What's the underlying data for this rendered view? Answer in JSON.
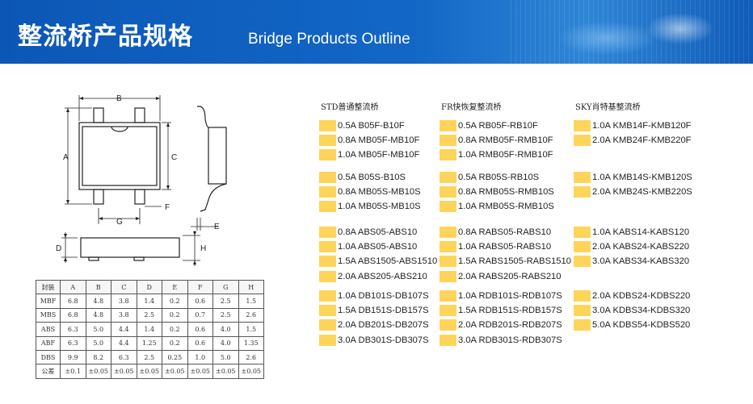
{
  "header": {
    "title_cn": "整流桥产品规格",
    "title_en": "Bridge Products Outline"
  },
  "drawing": {
    "labels": {
      "a": "A",
      "b": "B",
      "c": "C",
      "d": "D",
      "e": "E",
      "f": "F",
      "g": "G",
      "h": "H"
    }
  },
  "dim_table": {
    "headers": [
      "封装",
      "A",
      "B",
      "C",
      "D",
      "E",
      "F",
      "G",
      "H"
    ],
    "rows": [
      [
        "MBF",
        "6.8",
        "4.8",
        "3.8",
        "1.4",
        "0.2",
        "0.6",
        "2.5",
        "1.5"
      ],
      [
        "MBS",
        "6.8",
        "4.8",
        "3.8",
        "2.5",
        "0.2",
        "0.7",
        "2.5",
        "2.6"
      ],
      [
        "ABS",
        "6.3",
        "5.0",
        "4.4",
        "1.4",
        "0.2",
        "0.6",
        "4.0",
        "1.5"
      ],
      [
        "ABF",
        "6.3",
        "5.0",
        "4.4",
        "1.25",
        "0.2",
        "0.6",
        "4.0",
        "1.35"
      ],
      [
        "DBS",
        "9.9",
        "8.2",
        "6.3",
        "2.5",
        "0.25",
        "1.0",
        "5.0",
        "2.6"
      ],
      [
        "公差",
        "±0.1",
        "±0.05",
        "±0.05",
        "±0.05",
        "±0.05",
        "±0.05",
        "±0.05",
        "±0.05"
      ]
    ]
  },
  "columns": {
    "std": {
      "heading": "STD普通整流桥",
      "groups": [
        [
          "0.5A B05F-B10F",
          "0.8A MB05F-MB10F",
          "1.0A MB05F-MB10F"
        ],
        [
          "0.5A B05S-B10S",
          "0.8A MB05S-MB10S",
          "1.0A MB05S-MB10S"
        ],
        [
          "0.8A ABS05-ABS10",
          "1.0A ABS05-ABS10",
          "1.5A ABS1505-ABS1510",
          "2.0A ABS205-ABS210"
        ],
        [
          "1.0A DB101S-DB107S",
          "1.5A DB151S-DB157S",
          "2.0A DB201S-DB207S",
          "3.0A DB301S-DB307S"
        ]
      ]
    },
    "fr": {
      "heading": "FR快恢复整流桥",
      "groups": [
        [
          "0.5A RB05F-RB10F",
          "0.8A RMB05F-RMB10F",
          "1.0A RMB05F-RMB10F"
        ],
        [
          "0.5A RB05S-RB10S",
          "0.8A RMB05S-RMB10S",
          "1.0A RMB05S-RMB10S"
        ],
        [
          "0.8A RABS05-RABS10",
          "1.0A RABS05-RABS10",
          "1.5A RABS1505-RABS1510",
          "2.0A RABS205-RABS210"
        ],
        [
          "1.0A RDB101S-RDB107S",
          "1.5A RDB151S-RDB157S",
          "2.0A RDB201S-RDB207S",
          "3.0A RDB301S-RDB307S"
        ]
      ]
    },
    "sky": {
      "heading": "SKY肖特基整流桥",
      "groups": [
        [
          "1.0A KMB14F-KMB120F",
          "2.0A KMB24F-KMB220F"
        ],
        [
          "1.0A KMB14S-KMB120S",
          "2.0A KMB24S-KMB220S"
        ],
        [
          "1.0A KABS14-KABS120",
          "2.0A KABS24-KABS220",
          "3.0A KABS34-KABS320"
        ],
        [
          "2.0A KDBS24-KDBS220",
          "3.0A KDBS34-KDBS320",
          "5.0A KDBS54-KDBS520"
        ]
      ]
    }
  },
  "colors": {
    "header_blue": "#0c57b6",
    "swatch": "#ffd45a"
  }
}
